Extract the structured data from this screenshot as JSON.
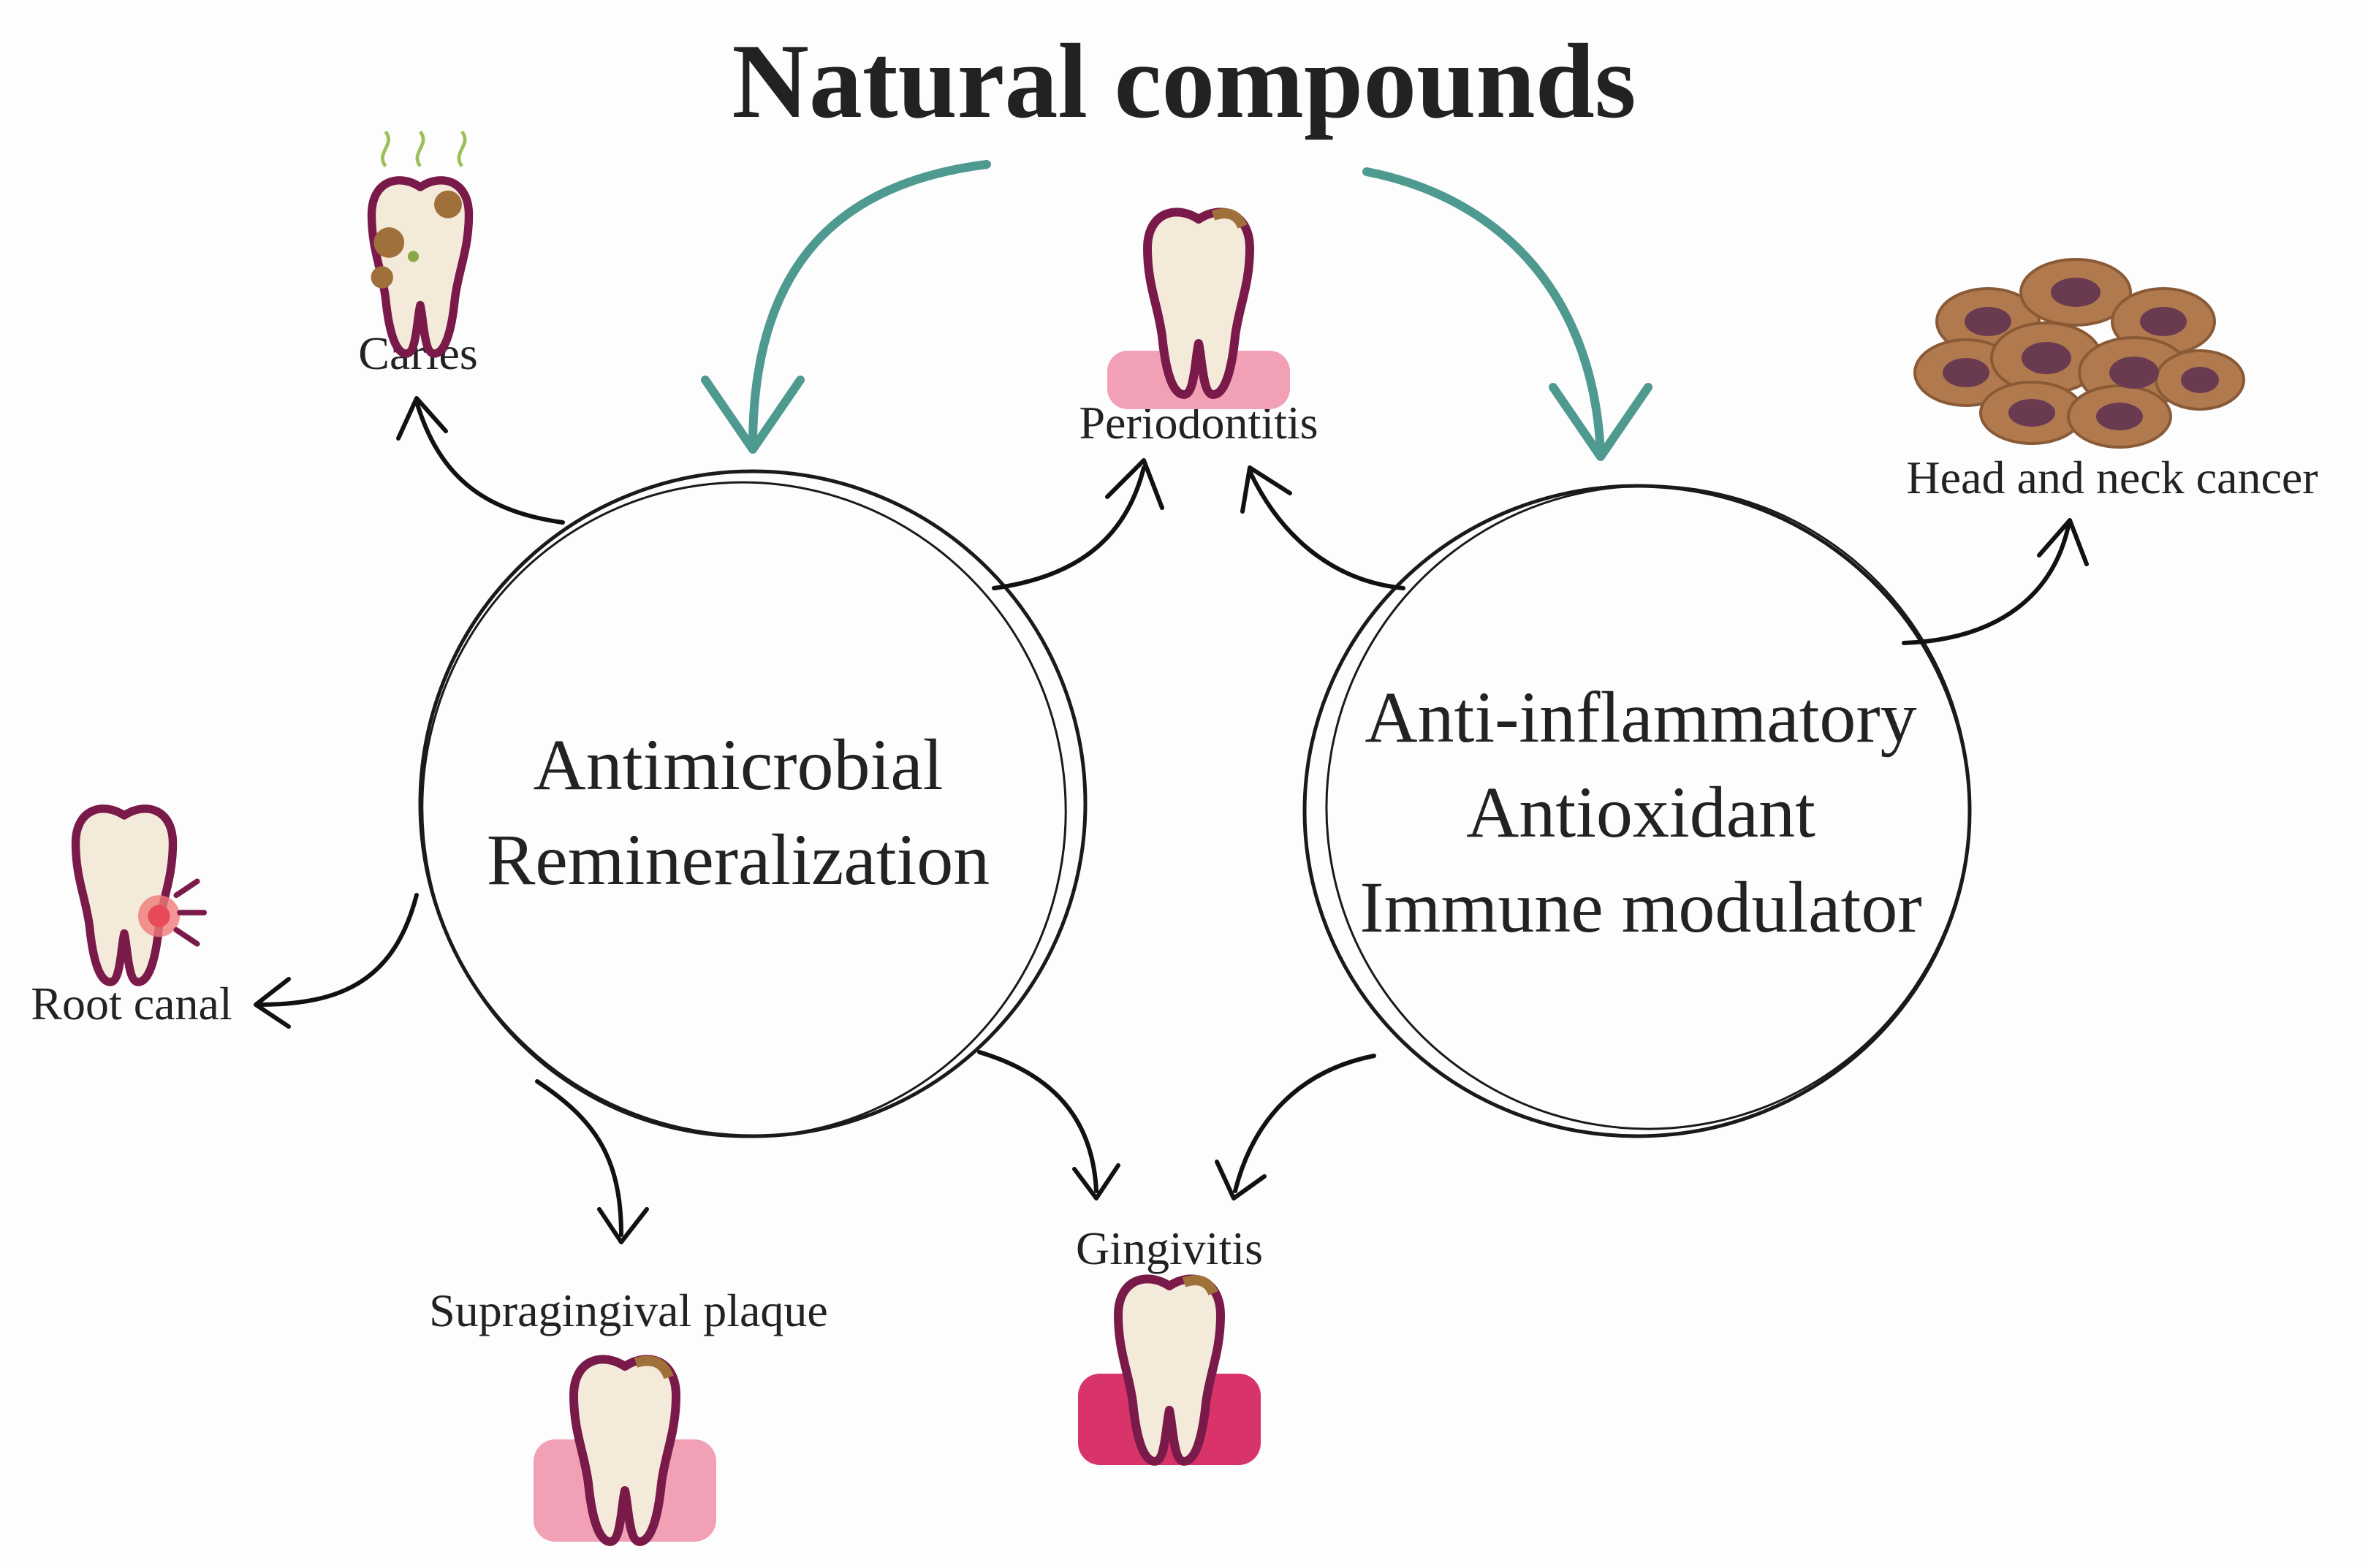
{
  "title": "Natural compounds",
  "circles": {
    "left": {
      "lines": [
        "Antimicrobial",
        "Remineralization"
      ]
    },
    "right": {
      "lines": [
        "Anti-inflammatory",
        "Antioxidant",
        "Immune modulator"
      ]
    }
  },
  "labels": {
    "caries": "Caries",
    "periodontitis": "Periodontitis",
    "head_neck_cancer": "Head and neck cancer",
    "root_canal": "Root canal",
    "supragingival_plaque": "Supragingival plaque",
    "gingivitis": "Gingivitis"
  },
  "colors": {
    "teal_arrow": "#4e9990",
    "gum_light": "#f2a0b6",
    "gum_dark": "#d8346a",
    "tooth_outline": "#7a1a4a",
    "cell": "#b07a4e",
    "nucleus": "#6a3a50"
  }
}
